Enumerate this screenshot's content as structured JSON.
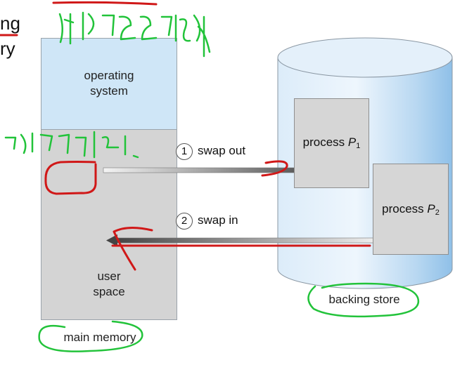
{
  "slide": {
    "title_fragment_1": "ng",
    "title_fragment_2": "ry"
  },
  "main_memory": {
    "os_label_line1": "operating",
    "os_label_line2": "system",
    "user_label_line1": "user",
    "user_label_line2": "space",
    "caption": "main memory"
  },
  "backing_store": {
    "process_p1_name": "process ",
    "process_p1_letter": "P",
    "process_p1_sub": "1",
    "process_p2_name": "process ",
    "process_p2_letter": "P",
    "process_p2_sub": "2",
    "caption": "backing store"
  },
  "steps": [
    {
      "number": "1",
      "label": "swap out"
    },
    {
      "number": "2",
      "label": "swap in"
    }
  ],
  "colors": {
    "annotation_green": "#22c33a",
    "annotation_red": "#d01818",
    "os_region": "#cfe6f7",
    "user_region": "#d4d4d4"
  },
  "icons": [
    "cylinder-icon",
    "arrow-right-icon",
    "arrow-left-icon"
  ]
}
